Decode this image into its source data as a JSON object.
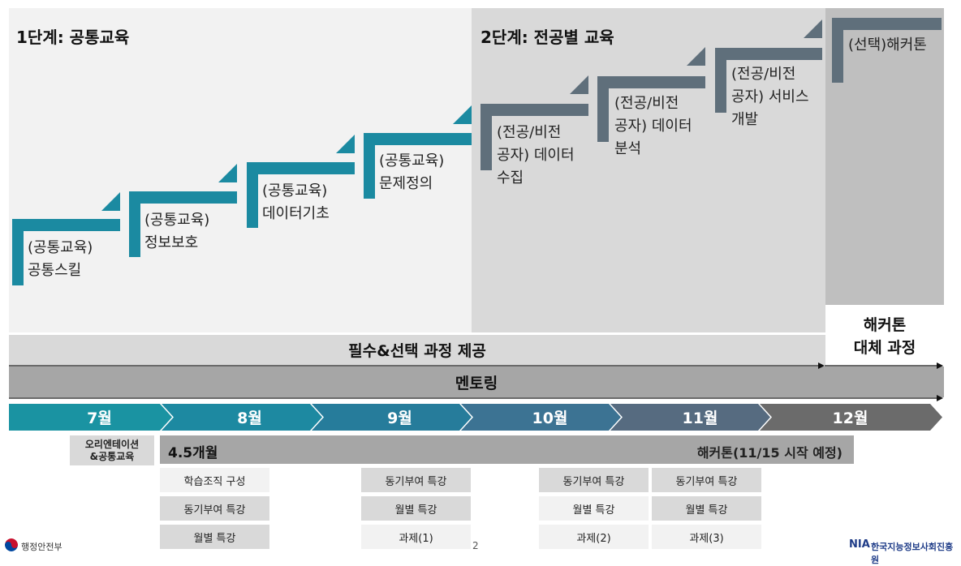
{
  "phase1": {
    "title": "1단계: 공통교육"
  },
  "phase2": {
    "title": "2단계: 전공별 교육"
  },
  "steps": [
    {
      "line1": "(공통교육)",
      "line2": "공통스킬"
    },
    {
      "line1": "(공통교육)",
      "line2": "정보보호"
    },
    {
      "line1": "(공통교육)",
      "line2": "데이터기초"
    },
    {
      "line1": "(공통교육)",
      "line2": "문제정의"
    },
    {
      "line1": "(전공/비전",
      "line2": "공자) 데이터",
      "line3": "수집"
    },
    {
      "line1": "(전공/비전",
      "line2": "공자) 데이터",
      "line3": "분석"
    },
    {
      "line1": "(전공/비전",
      "line2": "공자) 서비스",
      "line3": "개발"
    },
    {
      "line1": "(선택)해커톤"
    }
  ],
  "bands": {
    "required": "필수&선택 과정 제공",
    "hackathon_alt_line1": "해커톤",
    "hackathon_alt_line2": "대체 과정",
    "mentoring": "멘토링"
  },
  "months": [
    "7월",
    "8월",
    "9월",
    "10월",
    "11월",
    "12월"
  ],
  "orientation": {
    "line1": "오리엔테이션",
    "line2": "&공통교육"
  },
  "duration": {
    "label": "4.5개월",
    "hackathon": "해커톤(11/15 시작 예정)"
  },
  "activities": {
    "col1": [
      "학습조직 구성",
      "동기부여 특강",
      "월별 특강"
    ],
    "col2": [
      "동기부여 특강",
      "월별 특강",
      "과제(1)"
    ],
    "col3": [
      "동기부여 특강",
      "월별 특강",
      "과제(2)"
    ],
    "col4": [
      "동기부여 특강",
      "월별 특강",
      "과제(3)"
    ]
  },
  "footer": {
    "ministry": "행정안전부",
    "page": "2",
    "org_abbr": "NIA",
    "org_name": "한국지능정보사회진흥원"
  },
  "colors": {
    "teal": "#1b8aa1",
    "slate": "#5f6f7b",
    "month_gray": "#6b6b6b"
  }
}
